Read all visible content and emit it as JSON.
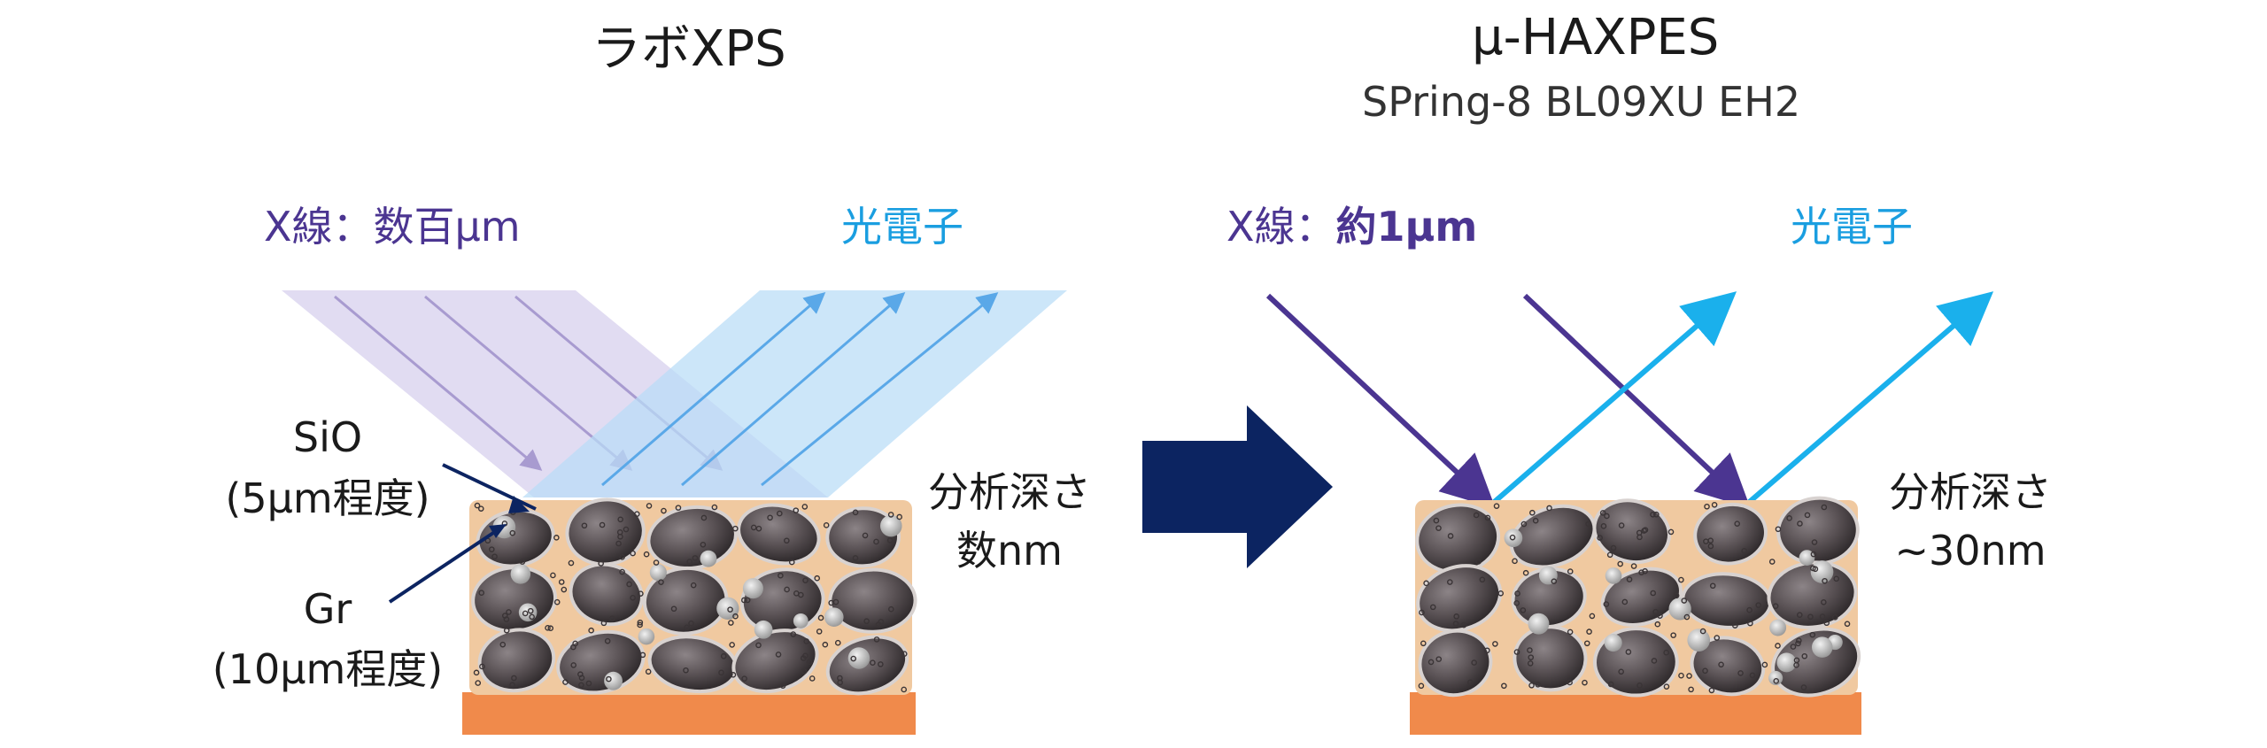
{
  "left_panel": {
    "title": "ラボXPS",
    "xray_label": "X線：数百μm",
    "photoelectron_label": "光電子",
    "sio_label_1": "SiO",
    "sio_label_2": "(5μm程度)",
    "gr_label_1": "Gr",
    "gr_label_2": "(10μm程度)",
    "depth_label_1": "分析深さ",
    "depth_label_2": "数nm"
  },
  "right_panel": {
    "title": "μ-HAXPES",
    "subtitle": "SPring-8 BL09XU EH2",
    "xray_label_prefix": "X線：",
    "xray_label_value": "約1μm",
    "photoelectron_label": "光電子",
    "depth_label_1": "分析深さ",
    "depth_label_2": "~30nm"
  },
  "colors": {
    "xray": "#4b3591",
    "xray_band": "#dcd6f0",
    "photoelectron": "#1a9ee0",
    "photoelectron_band": "#b9dcf7",
    "arrow": "#0c2461",
    "substrate": "#f08a4b",
    "particle": "#5a5255"
  }
}
